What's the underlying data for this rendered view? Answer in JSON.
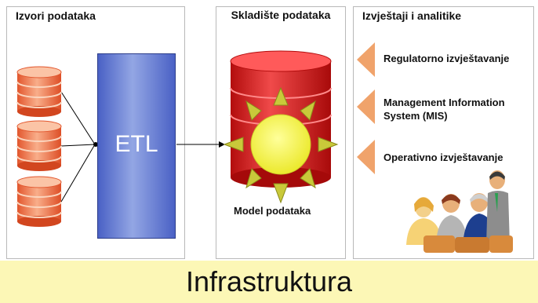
{
  "sources": {
    "title": "Izvori podataka"
  },
  "etl": {
    "label": "ETL"
  },
  "warehouse": {
    "title": "Skladište podataka",
    "model_label": "Model podataka"
  },
  "reports": {
    "title": "Izvještaji i analitike",
    "items": [
      {
        "label": "Regulatorno izvještavanje"
      },
      {
        "label": "Management Information System (MIS)"
      },
      {
        "label": "Operativno izvještavanje"
      }
    ]
  },
  "infrastructure": {
    "label": "Infrastruktura"
  },
  "colors": {
    "source_db": "#f47f55",
    "etl": "#5a6fce",
    "warehouse_db": "#e31b1b",
    "sun": "#f6f32a",
    "triangle": "#f0a36b",
    "infra_bar": "#fcf7b6"
  }
}
